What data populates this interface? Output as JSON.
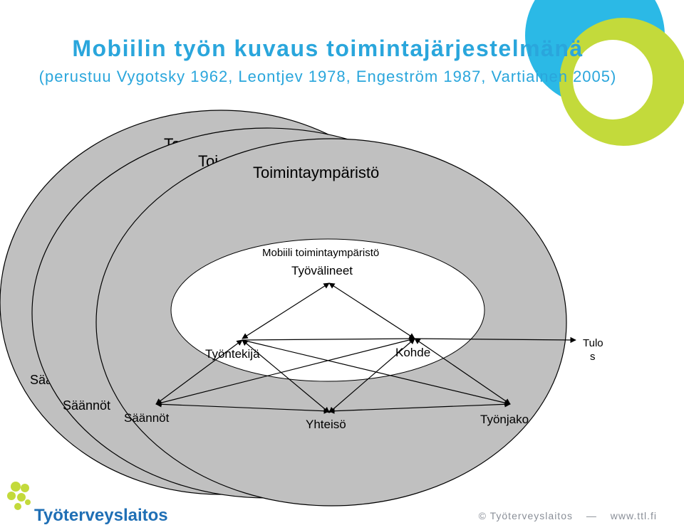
{
  "title": "Mobiilin työn kuvaus toimintajärjestelmänä",
  "subtitle": "(perustuu Vygotsky 1962, Leontjev 1978, Engeström 1987, Vartiainen 2005)",
  "diagram": {
    "back_layers": {
      "layer1_title_fragment": "To",
      "layer2_title_fragment": "Toi",
      "layer1_rules_fragment": "Sää",
      "layer2_rules": "Säännöt"
    },
    "front_layer": {
      "title": "Toimintaympäristö",
      "inner_label": "Mobiili toimintaympäristö",
      "nodes": {
        "tools": "Työvälineet",
        "subject": "Työntekijä",
        "object": "Kohde",
        "outcome_line1": "Tulo",
        "outcome_line2": "s",
        "rules": "Säännöt",
        "community": "Yhteisö",
        "division": "Työnjako"
      }
    }
  },
  "brand": {
    "logo_text": "Työterveyslaitos"
  },
  "footer": {
    "copyright": "© Työterveyslaitos",
    "separator": "—",
    "url": "www.ttl.fi"
  },
  "colors": {
    "title": "#2aa6dc",
    "ellipse_fill": "#c0c0c0",
    "inner_fill": "#ffffff",
    "accent_cyan": "#2bb9e6",
    "accent_lime": "#c3da3b",
    "logo_blue": "#1f6fb5"
  }
}
